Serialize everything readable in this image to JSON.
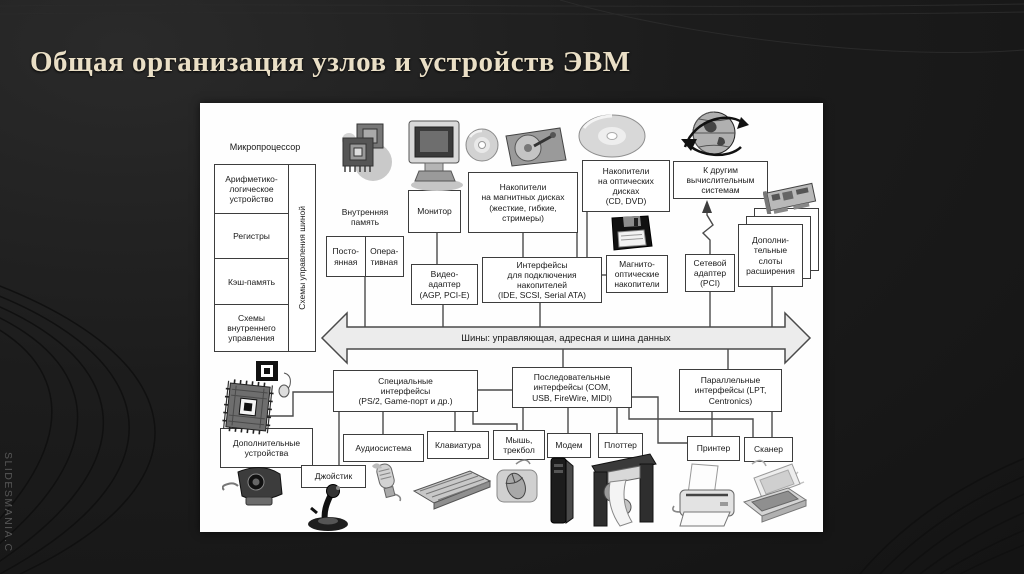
{
  "slide": {
    "title": "Общая организация узлов и устройств ЭВМ",
    "watermark": "SLIDESMANIA.C"
  },
  "diagram": {
    "microprocessor": {
      "title": "Микропроцессор",
      "alu": "Арифметико-\nлогическое\nустройство",
      "registers": "Регистры",
      "cache": "Кэш-память",
      "internal_control": "Схемы\nвнутреннего\nуправления",
      "bus_control": "Схемы управления шиной"
    },
    "internal_memory": {
      "label": "Внутренняя\nпамять",
      "rom": "Посто-\nянная",
      "ram": "Опера-\nтивная"
    },
    "monitor": "Монитор",
    "video_adapter": "Видео-\nадаптер\n(AGP, PCI-E)",
    "magnetic_drives": "Накопители\nна магнитных дисках\n(жесткие, гибкие,\nстримеры)",
    "optical_drives": "Накопители\nна оптических\nдисках\n(CD, DVD)",
    "drive_interfaces": "Интерфейсы\nдля подключения\nнакопителей\n(IDE, SCSI, Serial ATA)",
    "magneto_optical": "Магнито-\nоптические\nнакопители",
    "other_systems": "К другим\nвычислительным\nсистемам",
    "network_adapter": "Сетевой\nадаптер\n(PCI)",
    "expansion_slots": "Дополни-\nтельные\nслоты\nрасширения",
    "bus_label": "Шины: управляющая, адресная и шина данных",
    "special_interfaces": "Специальные\nинтерфейсы\n(PS/2, Game-порт и др.)",
    "serial_interfaces": "Последовательные\nинтерфейсы (COM,\nUSB, FireWire, MIDI)",
    "parallel_interfaces": "Параллельные\nинтерфейсы (LPT,\nCentronics)",
    "additional_devices": "Дополнительные\nустройства",
    "audio_system": "Аудиосистема",
    "keyboard": "Клавиатура",
    "mouse": "Мышь,\nтрекбол",
    "modem": "Модем",
    "plotter": "Плоттер",
    "printer": "Принтер",
    "scanner": "Сканер",
    "joystick": "Джойстик"
  },
  "icons": [
    "cpu-chip-icon",
    "crt-monitor-icon",
    "cd-disc-icon",
    "hard-drive-icon",
    "dvd-disc-icon",
    "globe-network-icon",
    "network-card-icon",
    "floppy-disk-icon",
    "chip-icon",
    "webcam-icon",
    "joystick-icon",
    "microphone-icon",
    "keyboard-icon",
    "mouse-pad-icon",
    "modem-icon",
    "plotter-icon",
    "printer-icon",
    "scanner-icon"
  ],
  "colors": {
    "background": "#1b1b1b",
    "title": "#eadfc6",
    "panel": "#fefefe",
    "box_border": "#3d3d3d",
    "bus_fill": "#ececec",
    "connector": "#4a4a4a"
  }
}
